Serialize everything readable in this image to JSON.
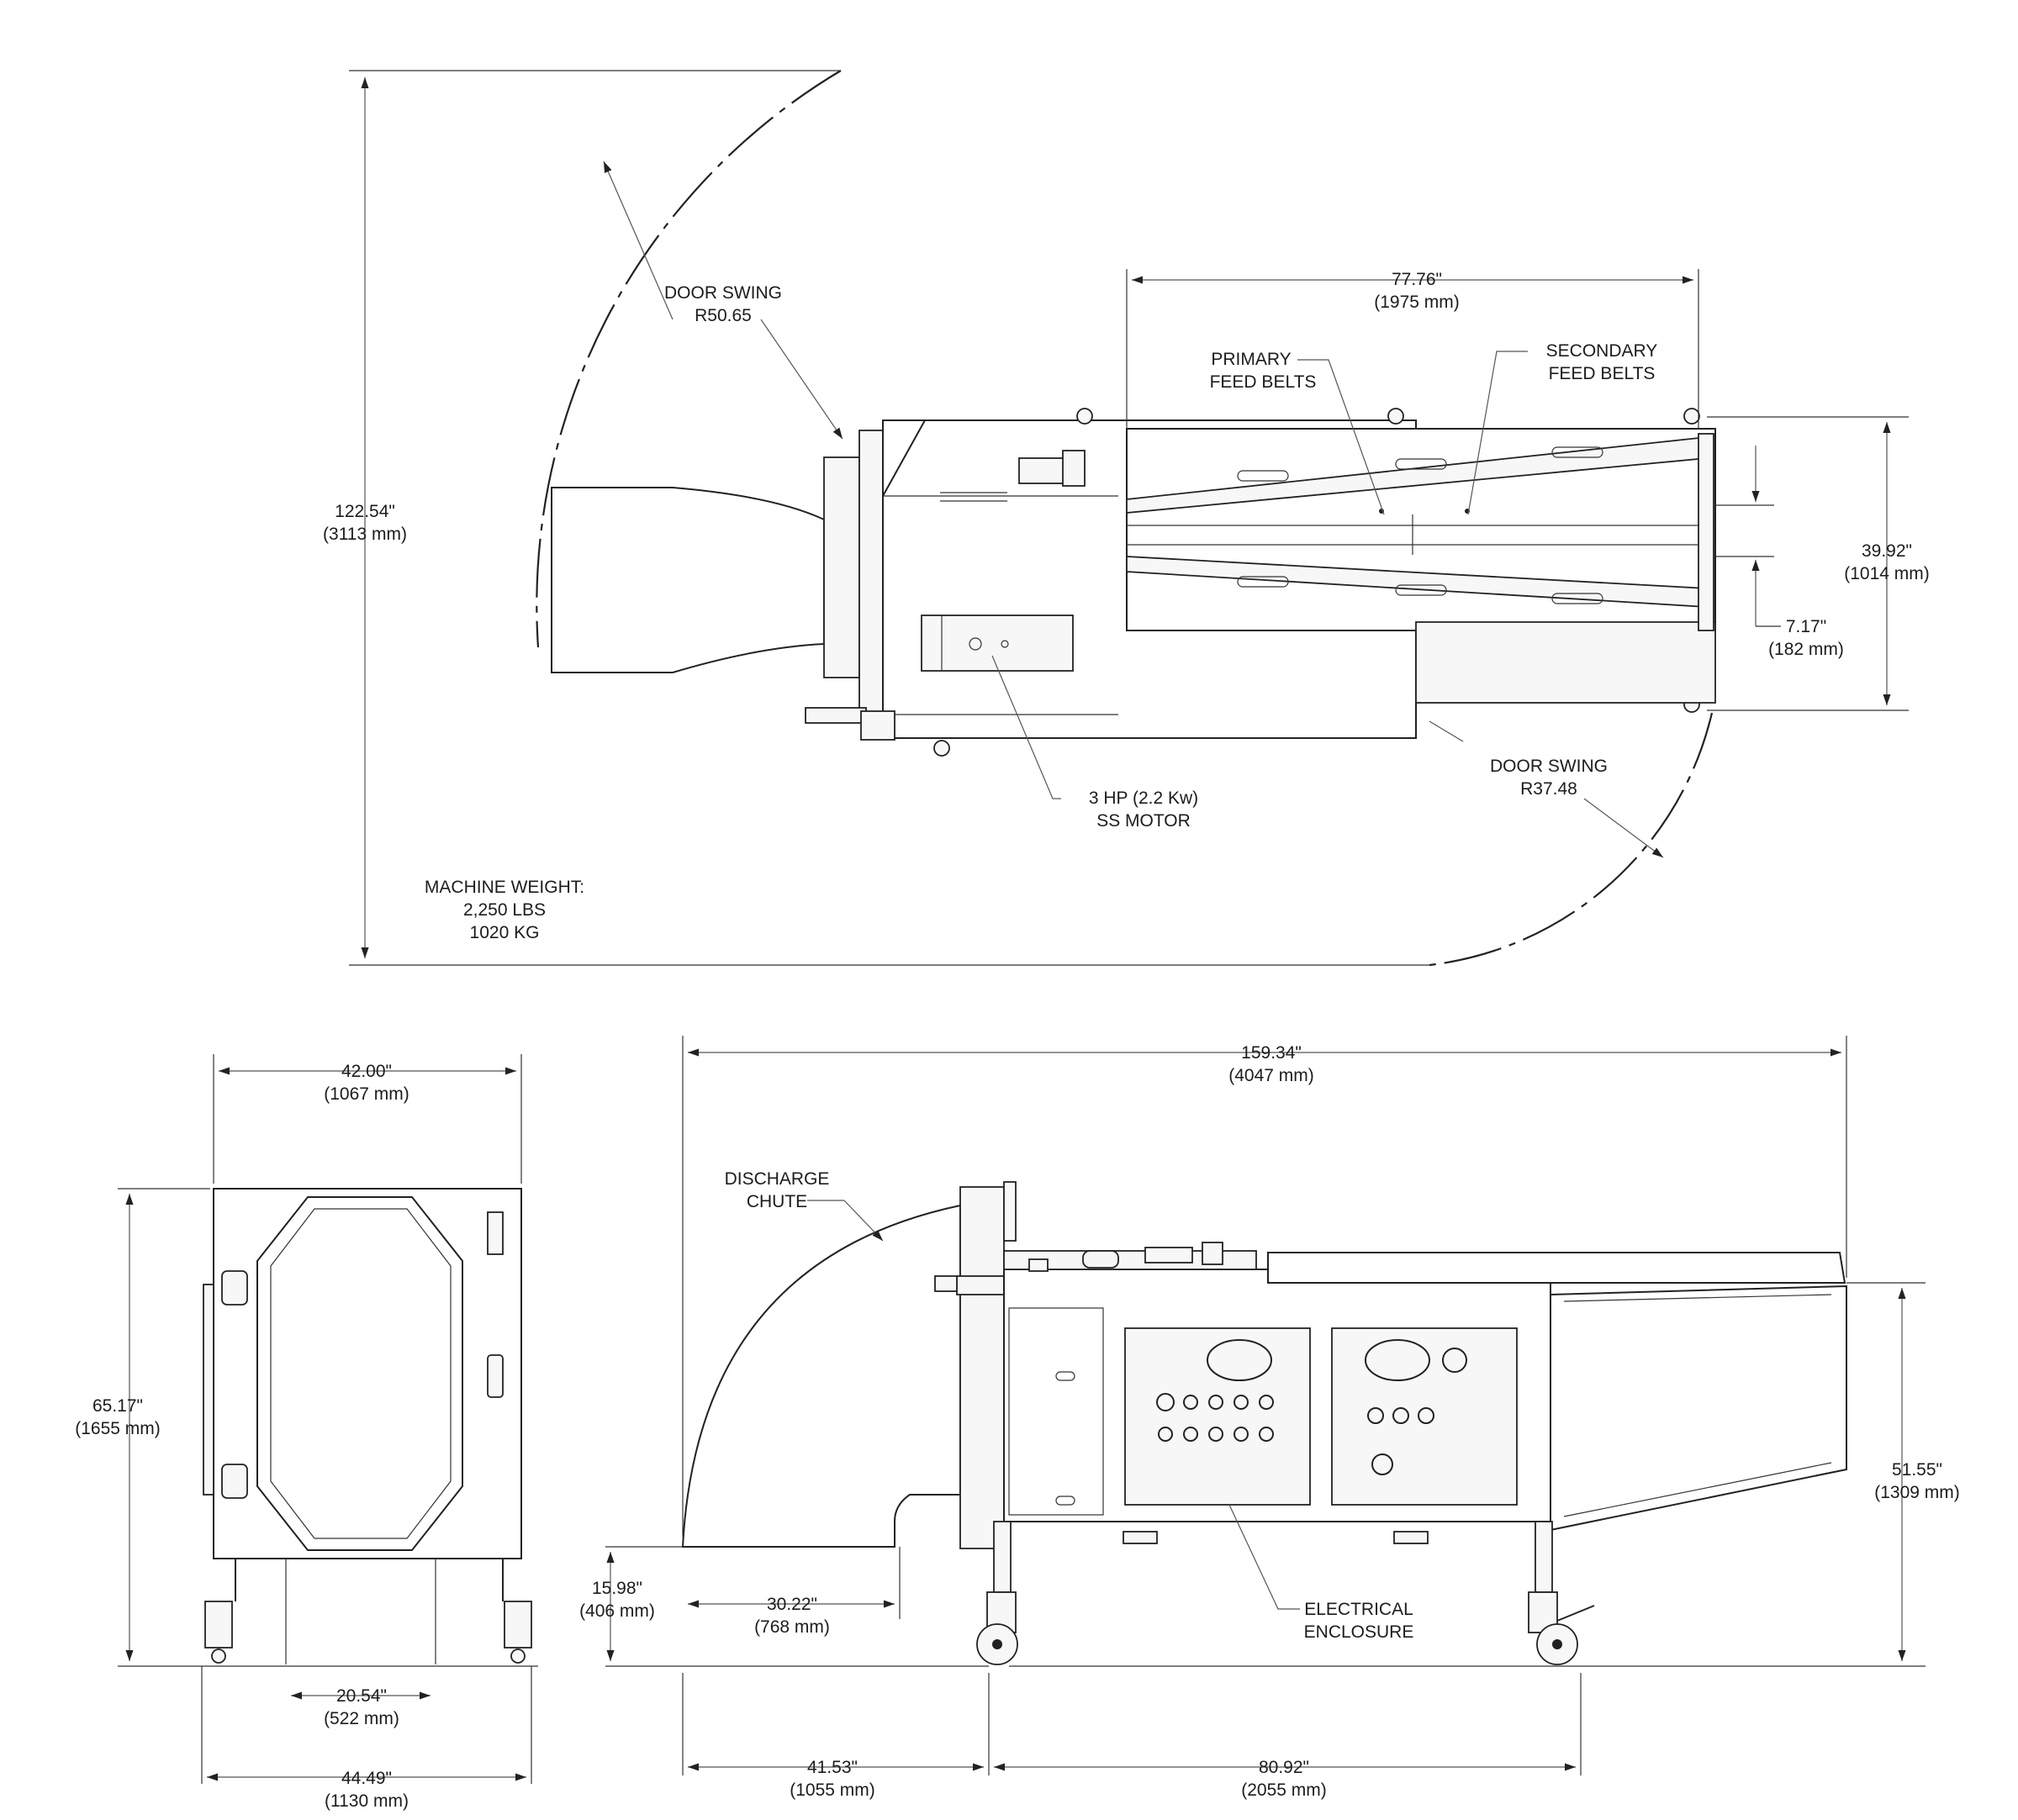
{
  "top_view": {
    "door_swing_main": [
      "DOOR SWING",
      "R50.65"
    ],
    "belt_length": [
      "77.76\"",
      "(1975 mm)"
    ],
    "primary_feed_belts": [
      "PRIMARY",
      "FEED BELTS"
    ],
    "secondary_feed_belts": [
      "SECONDARY",
      "FEED BELTS"
    ],
    "overall_depth": [
      "122.54\"",
      "(3113 mm)"
    ],
    "overall_width": [
      "39.92\"",
      "(1014 mm)"
    ],
    "belt_gap": [
      "7.17\"",
      "(182 mm)"
    ],
    "door_swing_side": [
      "DOOR SWING",
      "R37.48"
    ],
    "motor": [
      "3 HP (2.2 Kw)",
      "SS MOTOR"
    ],
    "machine_weight": [
      "MACHINE WEIGHT:",
      "2,250 LBS",
      "1020 KG"
    ]
  },
  "end_view": {
    "frame_width": [
      "42.00\"",
      "(1067 mm)"
    ],
    "height": [
      "65.17\"",
      "(1655 mm)"
    ],
    "inner_leg_span": [
      "20.54\"",
      "(522 mm)"
    ],
    "caster_span": [
      "44.49\"",
      "(1130 mm)"
    ]
  },
  "side_view": {
    "overall_length": [
      "159.34\"",
      "(4047 mm)"
    ],
    "discharge_chute": [
      "DISCHARGE",
      "CHUTE"
    ],
    "infeed_height": [
      "51.55\"",
      "(1309 mm)"
    ],
    "chute_height": [
      "15.98\"",
      "(406 mm)"
    ],
    "chute_projection": [
      "30.22\"",
      "(768 mm)"
    ],
    "electrical_enclosure": [
      "ELECTRICAL",
      "ENCLOSURE"
    ],
    "chute_to_caster": [
      "41.53\"",
      "(1055 mm)"
    ],
    "wheelbase": [
      "80.92\"",
      "(2055 mm)"
    ]
  }
}
